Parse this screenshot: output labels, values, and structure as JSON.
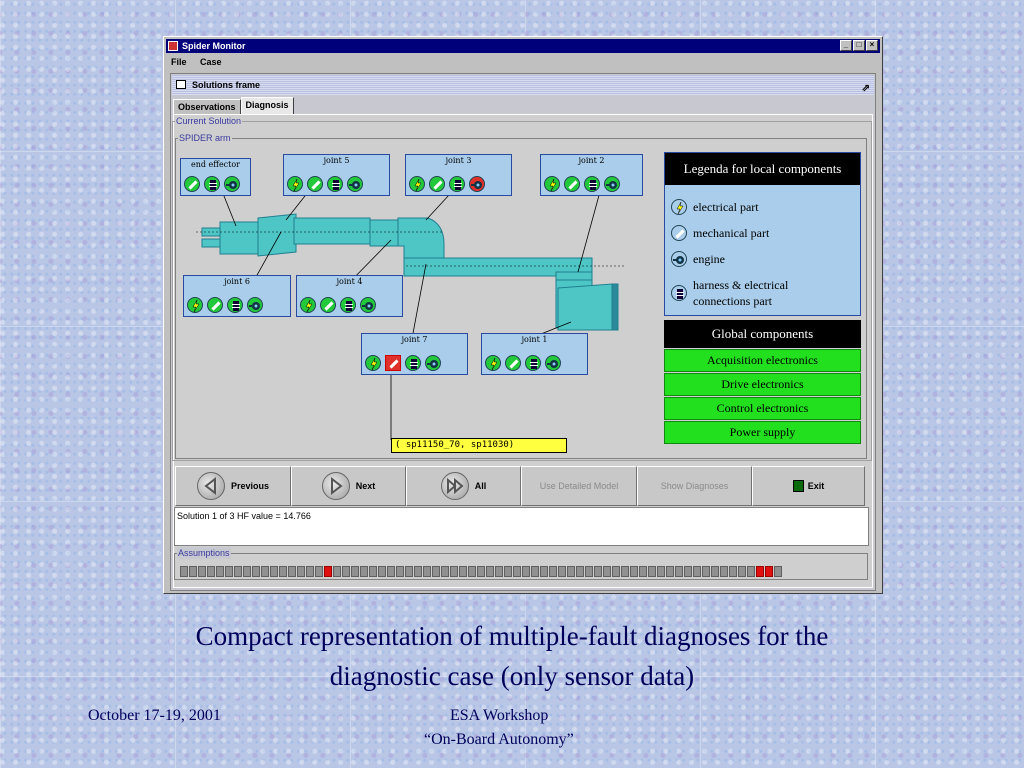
{
  "window": {
    "title": "Spider Monitor",
    "btn_min": "_",
    "btn_max": "□",
    "btn_close": "×"
  },
  "menu": {
    "file": "File",
    "case": "Case"
  },
  "frame": {
    "title": "Solutions frame",
    "maximize_glyph": "⇗"
  },
  "tabs": {
    "observations": "Observations",
    "diagnosis": "Diagnosis"
  },
  "groups": {
    "current_solution": "Current Solution",
    "spider_arm": "SPIDER arm",
    "assumptions": "Assumptions"
  },
  "joints": {
    "end_effector": "end effector",
    "joint5": "joint 5",
    "joint3": "joint 3",
    "joint2": "joint 2",
    "joint6": "joint 6",
    "joint4": "joint 4",
    "joint7": "joint 7",
    "joint1": "joint 1"
  },
  "legend": {
    "title": "Legenda for local components",
    "electrical": "electrical part",
    "mechanical": "mechanical part",
    "engine": "engine",
    "harness_line1": "harness & electrical",
    "harness_line2": "connections part"
  },
  "global": {
    "title": "Global components",
    "items": [
      "Acquisition electronics",
      "Drive electronics",
      "Control electronics",
      "Power supply"
    ]
  },
  "tooltip": "( sp11150_70, sp11030)",
  "toolbar": {
    "previous": "Previous",
    "next": "Next",
    "all": "All",
    "detailed": "Use Detailed Model",
    "show": "Show Diagnoses",
    "exit": "Exit"
  },
  "status_text": "Solution 1 of 3 HF value = 14.766",
  "assumptions": {
    "count": 67,
    "red_indices": [
      16,
      64
    ]
  },
  "colors": {
    "ok": "#22c93a",
    "faulty": "#e0302a",
    "global_ok": "#22e01e",
    "box": "#a9cdea"
  },
  "caption": {
    "line1": "Compact representation of  multiple-fault diagnoses for the",
    "line2": "diagnostic case (only sensor data)"
  },
  "footer": {
    "date": "October 17-19, 2001",
    "event": "ESA Workshop",
    "subtitle": "“On-Board Autonomy”"
  }
}
